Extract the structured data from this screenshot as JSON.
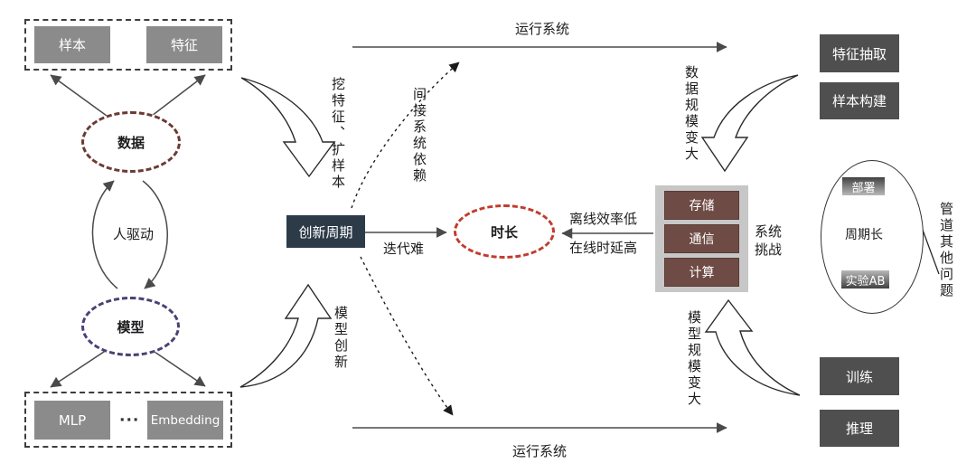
{
  "left_panel": {
    "data_box": {
      "sample": "样本",
      "feature": "特征"
    },
    "data": "数据",
    "human_driven": "人驱动",
    "model": "模型",
    "model_box": {
      "mlp": "MLP",
      "dots": "···",
      "embedding": "Embedding"
    }
  },
  "center": {
    "innovation_cycle": "创新周期",
    "dig_feature_expand_sample": "挖特征、扩样本",
    "indirect_system_dependency": "间接系统依赖",
    "model_innovation": "模型创新",
    "iteration_hard": "迭代难",
    "duration": "时长",
    "offline_efficiency_low": "离线效率低",
    "online_latency_high": "在线时延高",
    "run_system_top": "运行系统",
    "run_system_bottom": "运行系统"
  },
  "right_panel": {
    "data_scale_grow": "数据规模变大",
    "feature_extraction": "特征抽取",
    "sample_construction": "样本构建",
    "system_challenge": "系统挑战",
    "storage": "存储",
    "communication": "通信",
    "compute": "计算",
    "deploy": "部署",
    "cycle_long": "周期长",
    "experiment_ab": "实验AB",
    "pipeline_other_issues": "管道其他问题",
    "model_scale_grow": "模型规模变大",
    "training": "训练",
    "inference": "推理"
  },
  "colors": {
    "gray_box": "#8b8b8b",
    "dark_gray_box": "#4f4f4f",
    "innovation_box": "#2d3b49",
    "data_ellipse_dash": "#6b3a33",
    "model_ellipse_dash": "#4c4175",
    "duration_ellipse_dash": "#c23b2e",
    "maroon_box": "#6f4b45",
    "system_container": "#c7c7c7",
    "arrow": "#4a4a4a"
  }
}
